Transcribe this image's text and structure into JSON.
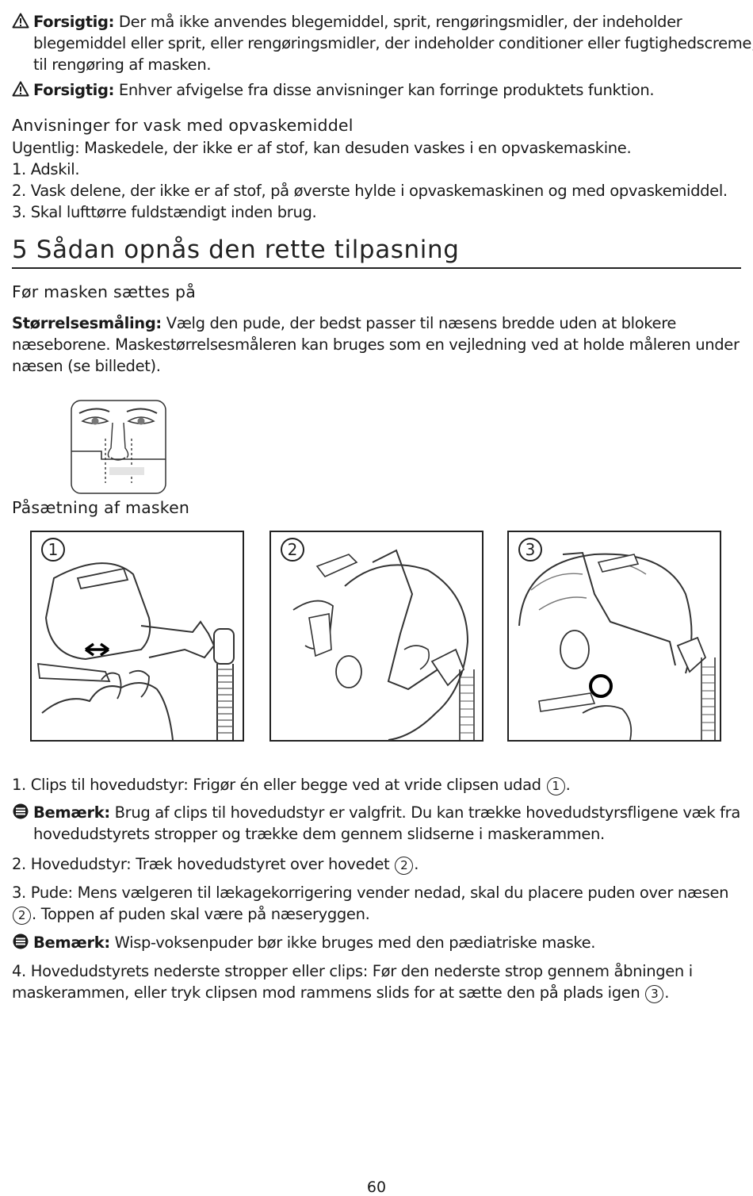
{
  "warnings": [
    {
      "label": "Forsigtig:",
      "text": " Der må ikke anvendes blegemiddel, sprit, rengøringsmidler, der indeholder blegemiddel eller sprit, eller rengøringsmidler, der indeholder conditioner eller fugtighedscreme, til rengøring af masken."
    },
    {
      "label": "Forsigtig:",
      "text": " Enhver afvigelse fra disse anvisninger kan forringe produktets funktion."
    }
  ],
  "dishwasher": {
    "heading": "Anvisninger for vask med opvaskemiddel",
    "intro": "Ugentlig: Maskedele, der ikke er af stof, kan desuden vaskes i en opvaskemaskine.",
    "steps": [
      "1. Adskil.",
      "2. Vask delene, der ikke er af stof, på øverste hylde i opvaskemaskinen og med opvaskemiddel.",
      "3. Skal lufttørre fuldstændigt inden brug."
    ]
  },
  "section": {
    "title": "5 Sådan opnås den rette tilpasning",
    "before_heading": "Før masken sættes på",
    "sizing_label": "Størrelsesmåling:",
    "sizing_text": " Vælg den pude, der bedst passer til næsens bredde uden at blokere næseborene. Maskestørrelsesmåleren kan bruges som en vejledning ved at holde måleren under næsen (se billedet).",
    "fitting_heading": "Påsætning af masken"
  },
  "figure_labels": [
    "1",
    "2",
    "3"
  ],
  "instructions": {
    "step1_text": "1. Clips til hovedudstyr: Frigør én eller begge ved at vride clipsen udad ",
    "step1_ref": "1",
    "step1_end": ".",
    "note1_label": "Bemærk:",
    "note1_text": " Brug af clips til hovedudstyr er valgfrit. Du kan trække hovedudstyrsfligene væk fra hovedudstyrets stropper og trække dem gennem slidserne i maskerammen.",
    "step2_text": "2. Hovedudstyr: Træk hovedudstyret over hovedet ",
    "step2_ref": "2",
    "step2_end": ".",
    "step3_text": "3. Pude: Mens vælgeren til lækagekorrigering vender nedad, skal du placere puden over næsen ",
    "step3_ref": "2",
    "step3_end": ". Toppen af puden skal være på næseryggen.",
    "note2_label": "Bemærk:",
    "note2_text": " Wisp-voksenpuder bør ikke bruges med den pædiatriske maske.",
    "step4_text": "4. Hovedudstyrets nederste stropper eller clips: Før den nederste strop gennem åbningen i maskerammen, eller tryk clipsen mod rammens slids for at sætte den på plads igen ",
    "step4_ref": "3",
    "step4_end": "."
  },
  "page_number": "60",
  "icons": [
    "warning-triangle-icon",
    "note-icon"
  ]
}
